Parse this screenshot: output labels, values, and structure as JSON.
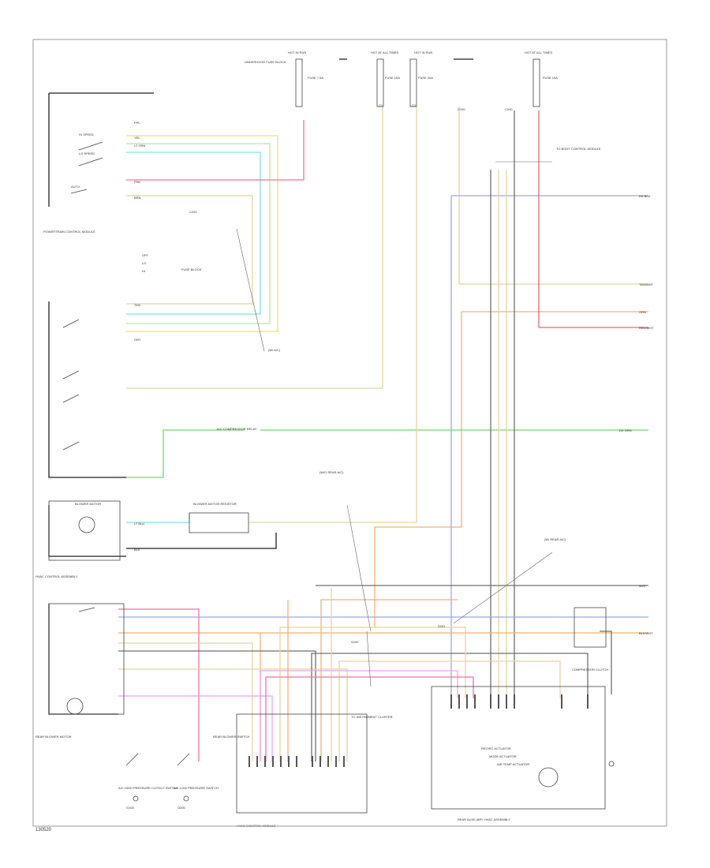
{
  "colors": {
    "yellow": "#f2e36b",
    "light_green": "#b8ec8c",
    "cyan": "#7ee3f2",
    "pink": "#f46fa1",
    "tan": "#e6d59d",
    "orange": "#f7b070",
    "blue": "#9aa7f0",
    "green": "#6bdc6b",
    "magenta": "#f0a0f0",
    "red": "#f06070",
    "gray": "#707070",
    "black": "#222222",
    "frame": "#999999"
  },
  "labels": {
    "s1": "HOT IN RUN",
    "s2": "HOT AT ALL TIMES",
    "s3": "HOT IN RUN",
    "s4": "HOT AT ALL TIMES",
    "s5": "UNDERHOOD FUSE BLOCK",
    "s6": "FUSE 7.5A",
    "s7": "FUSE 10A",
    "s8": "FUSE 20A",
    "s9": "FUSE 10A",
    "s10": "HI SPEED",
    "s11": "LO SPEED",
    "s12": "AUTO",
    "s13": "HVAC CONTROL ASSEMBLY",
    "s14": "BLOWER MOTOR",
    "s15": "BLOWER MOTOR RESISTOR",
    "s16": "A/C HIGH PRESSURE CUTOUT SWITCH",
    "s17": "A/C LOW PRESSURE SWITCH",
    "s18": "RECIRC ACTUATOR",
    "s19": "MODE ACTUATOR",
    "s20": "AIR TEMP ACTUATOR",
    "s21": "HVAC CONTROL MODULE",
    "s22": "REAR AUXILIARY HVAC ASSEMBLY",
    "s23": "COMPRESSOR CLUTCH",
    "s24": "G100",
    "s25": "G200",
    "s26": "C220",
    "s27": "S200",
    "s28": "PNK",
    "s29": "YEL",
    "s30": "LT GRN",
    "s31": "BRN",
    "s32": "GRY",
    "s33": "TAN",
    "s34": "ORN",
    "s35": "DK BLU",
    "s36": "DK GRN",
    "s37": "BLK",
    "s38": "PPL",
    "s39": "RED/WHT",
    "s40": "LT BLU",
    "s41": "TAN/WHT",
    "s42": "WHT",
    "s43": "BLK/WHT",
    "s44": "S201",
    "s45": "C100",
    "s46": "C200",
    "s47": "(W/ A/C)",
    "s48": "(W/O REAR A/C)",
    "s49": "(W/ REAR A/C)",
    "s50": "A/C COMPRESSOR RELAY",
    "s51": "REAR BLOWER MOTOR",
    "s52": "REAR BLOWER SWITCH",
    "s53": "POWERTRAIN CONTROL MODULE",
    "s54": "TO BODY CONTROL MODULE",
    "s55": "TO INSTRUMENT CLUSTER",
    "s56": "OFF",
    "s57": "LO",
    "s58": "HI",
    "s59": "FUSE BLOCK",
    "s60": "C1",
    "s61": "C2"
  },
  "footer": "130520"
}
